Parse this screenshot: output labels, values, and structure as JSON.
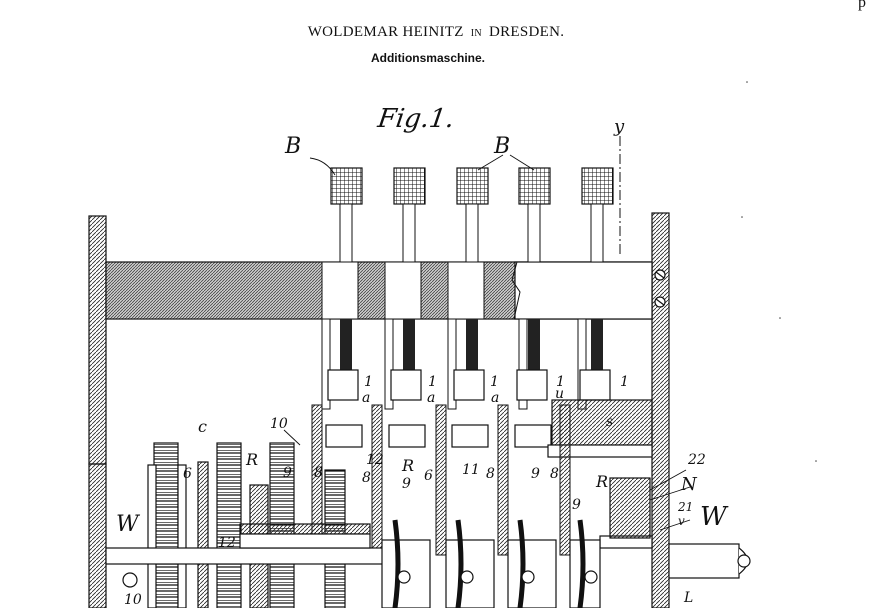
{
  "document": {
    "patentee": "WOLDEMAR HEINITZ",
    "connector": "IN",
    "city": "DRESDEN.",
    "title": "Additionsmaschine.",
    "corner_mark": "p"
  },
  "figure": {
    "label": "Fig.1.",
    "refs": {
      "B_left": "B",
      "B_center": "B",
      "y": "y",
      "c": "c",
      "ten_a": "10",
      "R_a": "R",
      "a_1": "a",
      "a_2": "a",
      "a_3": "a",
      "u": "u",
      "s": "s",
      "one_1": "1",
      "one_2": "1",
      "one_3": "1",
      "one_4": "1",
      "one_5": "1",
      "six_a": "6",
      "six_b": "6",
      "nine_a": "9",
      "nine_b": "9",
      "nine_c": "9",
      "nine_d": "9",
      "eight_a": "8",
      "eight_b": "8",
      "eight_c": "8",
      "eight_d": "8",
      "twelve_a": "12",
      "twelve_b": "12",
      "eleven": "11",
      "R_b": "R",
      "R_c": "R",
      "twenty_two": "22",
      "N": "N",
      "twenty_one": "21",
      "v": "v",
      "W_left": "W",
      "W_right": "W",
      "ten_b": "10",
      "L": "L"
    }
  }
}
